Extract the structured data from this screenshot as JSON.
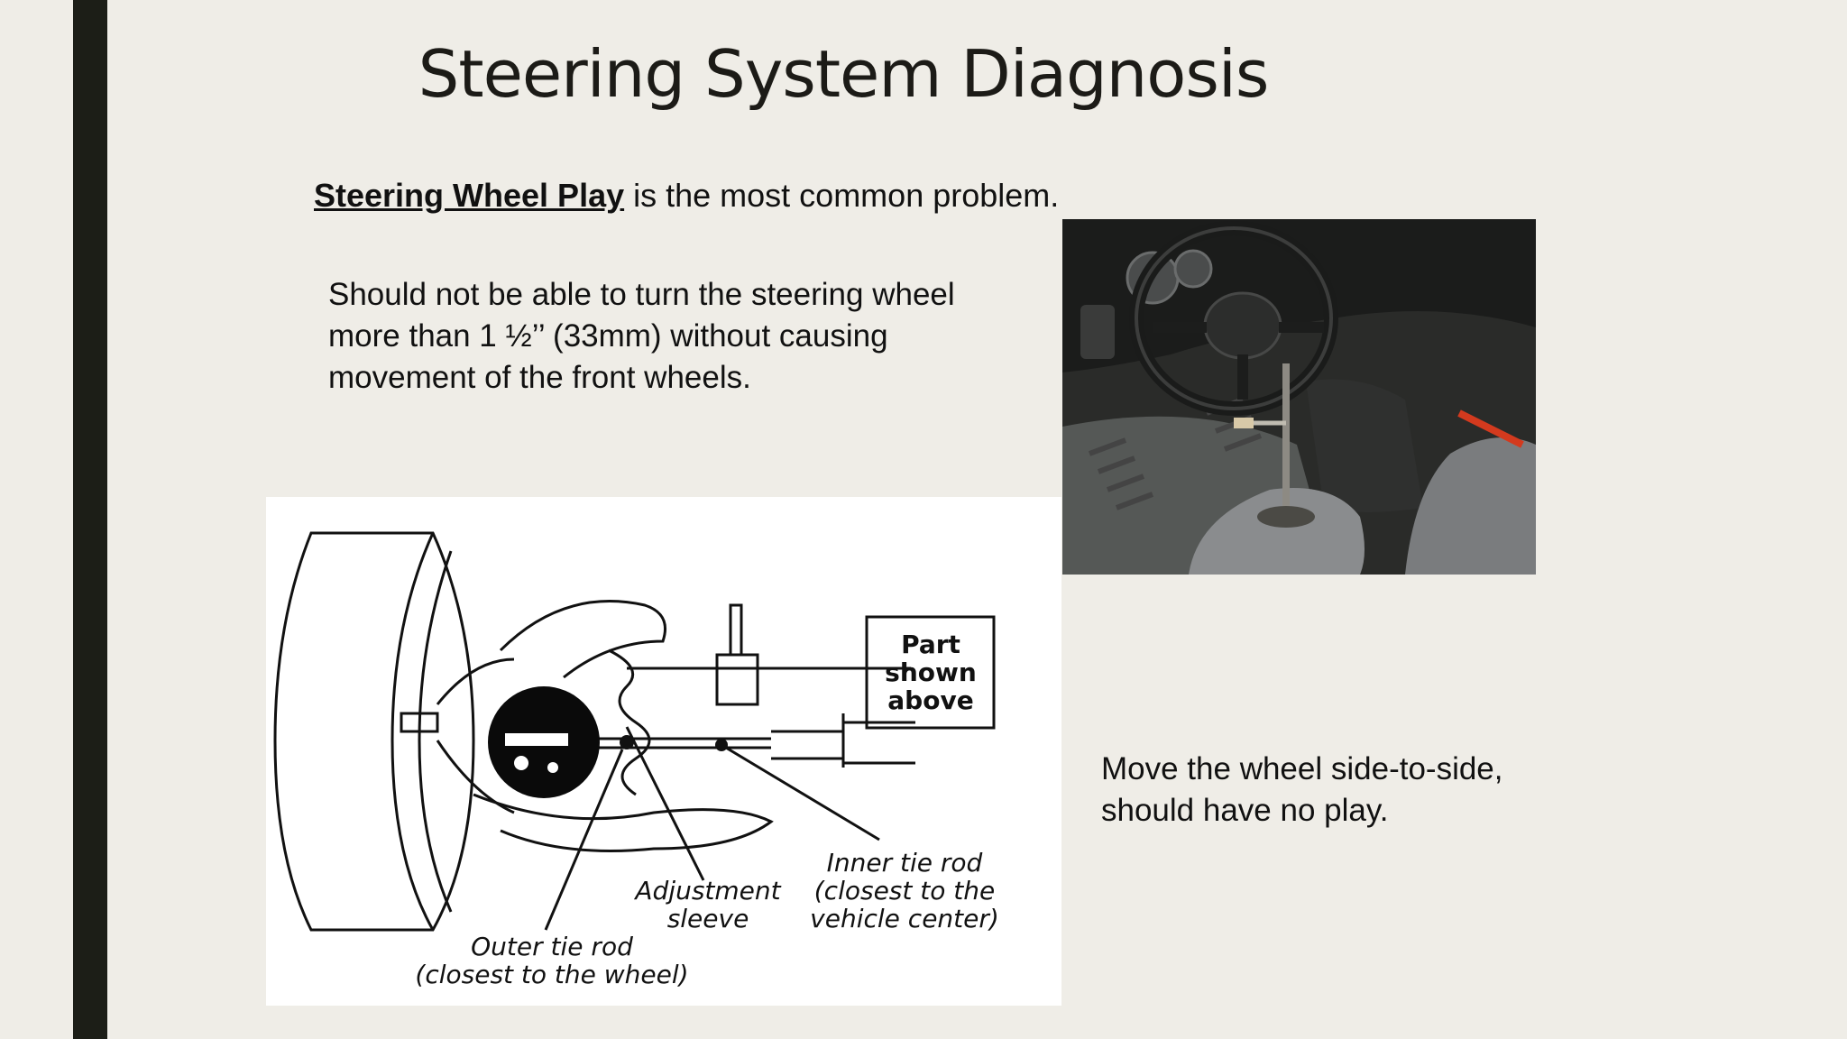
{
  "slide": {
    "title": "Steering System Diagnosis",
    "lead": {
      "emphasis": "Steering Wheel Play",
      "rest": " is the most common problem."
    },
    "paragraph": "Should not be able to turn the steering wheel more than 1 ½’’ (33mm) without causing movement of the front wheels.",
    "caption": "Move the wheel side-to-side, should have no play."
  },
  "diagram": {
    "box_label": [
      "Part",
      "shown",
      "above"
    ],
    "labels": {
      "inner_tie_rod": [
        "Inner tie rod",
        "(closest to the",
        "vehicle center)"
      ],
      "adjustment_sleeve": [
        "Adjustment",
        "sleeve"
      ],
      "outer_tie_rod": [
        "Outer tie rod",
        "(closest to the wheel)"
      ]
    }
  },
  "colors": {
    "background": "#efede7",
    "sidebar": "#1c1e17",
    "text": "#111111"
  }
}
